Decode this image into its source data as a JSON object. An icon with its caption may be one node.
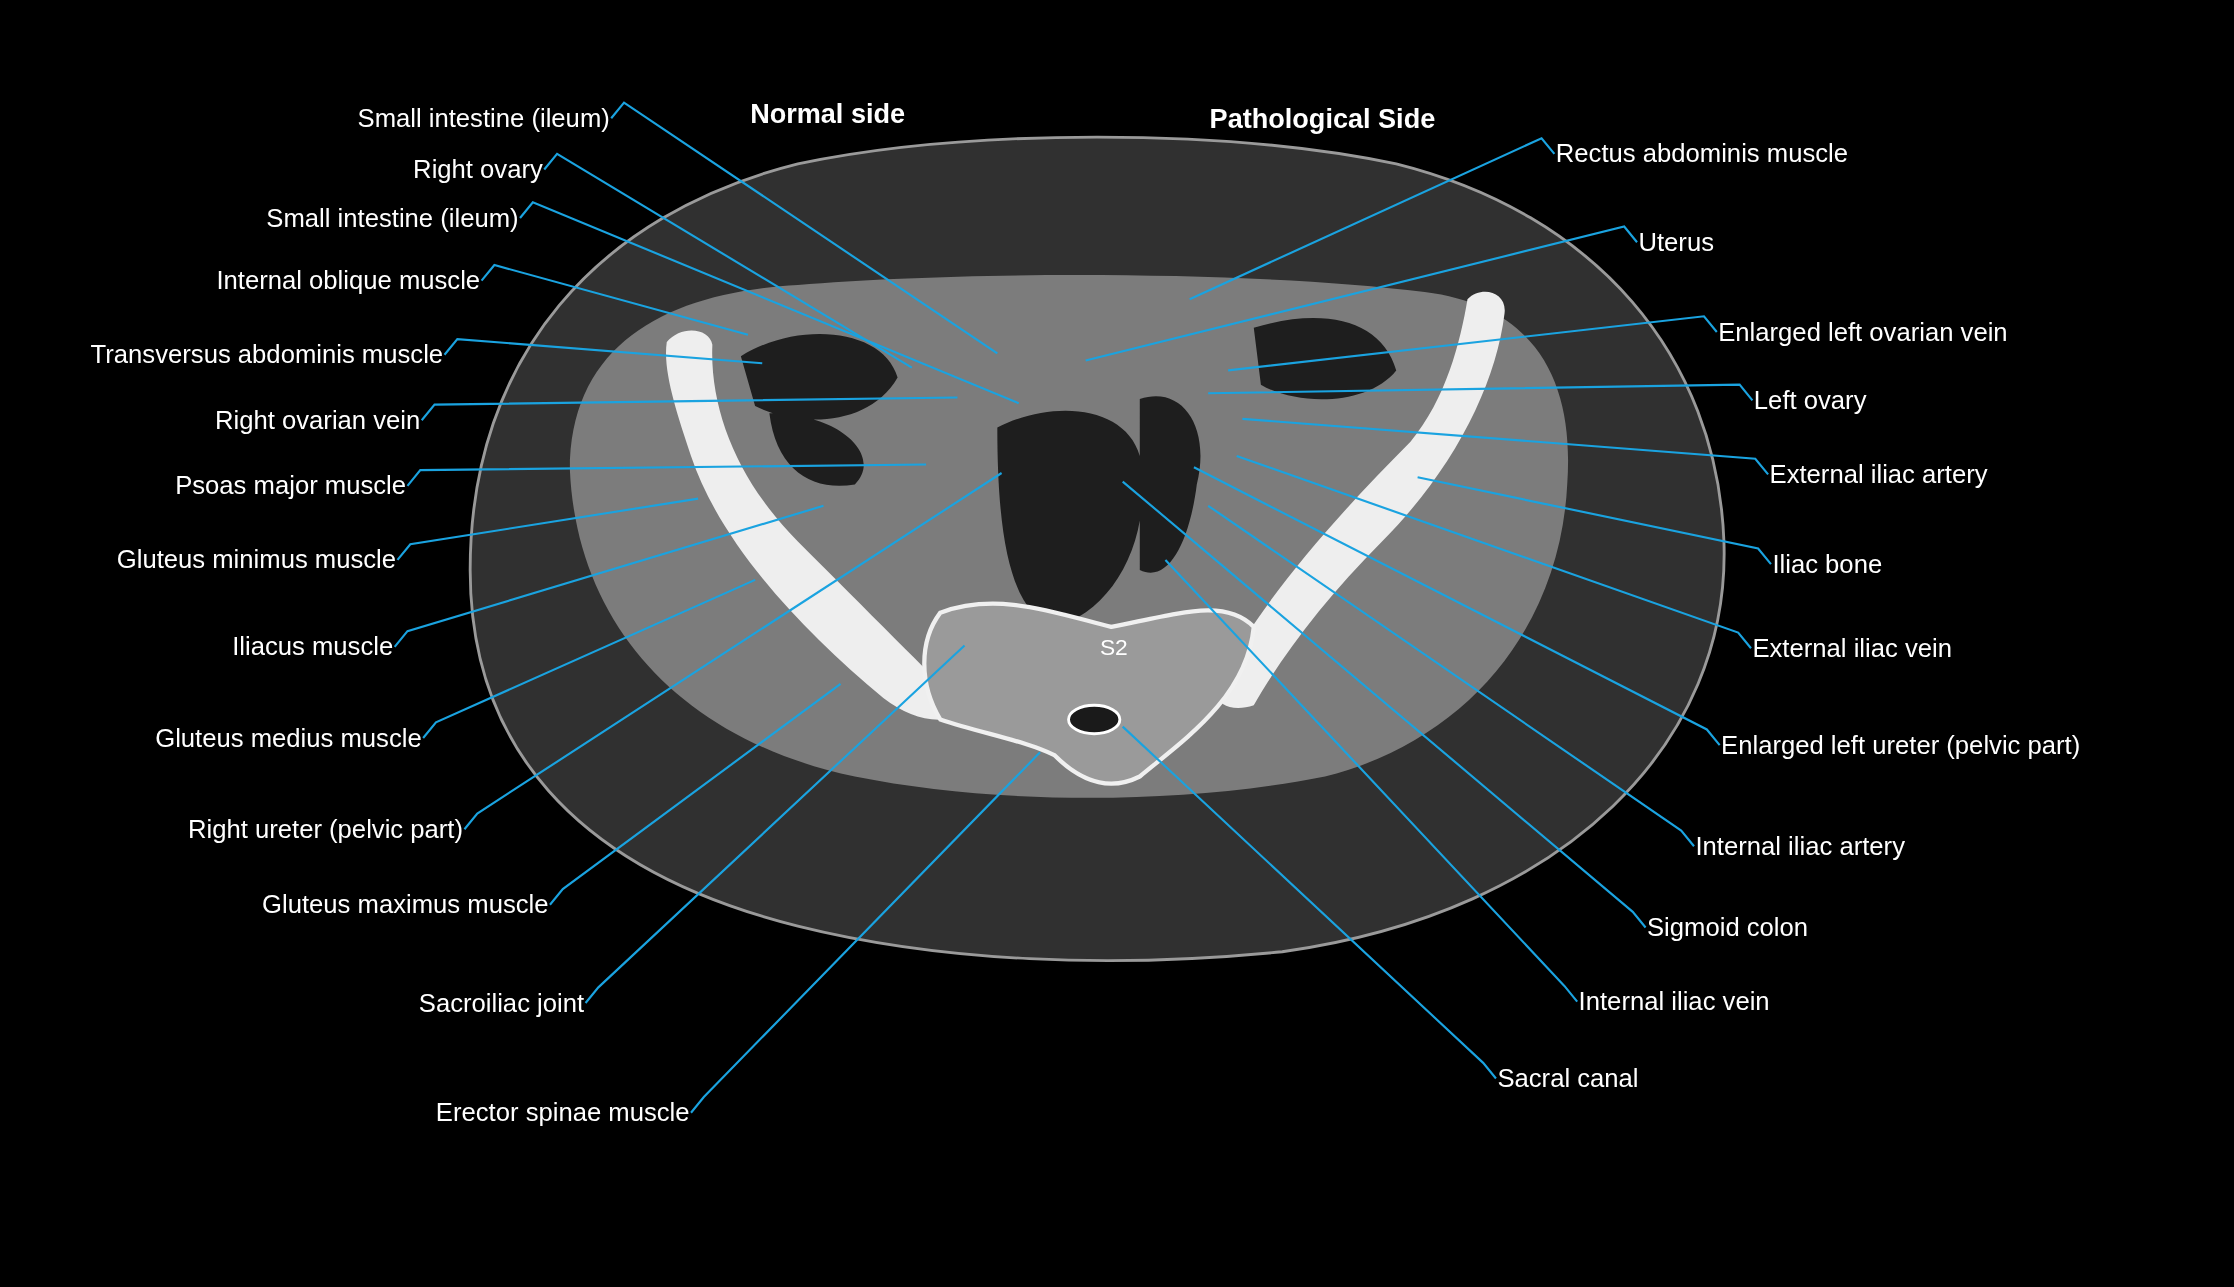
{
  "diagram": {
    "nodes": [
      {
        "text": [
          "Small intestine (ileum)"
        ]
      },
      {
        "text": [
          "Right ovary"
        ]
      },
      {
        "text": [
          "Small intestine (ileum)"
        ]
      },
      {
        "text": [
          "Internal oblique muscle"
        ]
      },
      {
        "text": [
          "Transversus abdominis muscle"
        ]
      },
      {
        "text": [
          "Right ovarian vein"
        ]
      },
      {
        "text": [
          "Psoas major muscle"
        ]
      },
      {
        "text": [
          "Gluteus minimus muscle"
        ]
      },
      {
        "text": [
          "Iliacus muscle"
        ]
      },
      {
        "text": [
          "Gluteus medius muscle"
        ]
      },
      {
        "text": [
          "Right ureter (pelvic part)"
        ]
      },
      {
        "text": [
          "Gluteus maximus muscle"
        ]
      },
      {
        "text": [
          "Sacroiliac joint"
        ]
      },
      {
        "text": [
          "Erector spinae muscle"
        ]
      },
      {
        "text": [
          "Rectus abdominis muscle"
        ]
      },
      {
        "text": [
          "Uterus"
        ]
      },
      {
        "text": [
          "Enlarged left ovarian vein"
        ]
      },
      {
        "text": [
          "Left ovary"
        ]
      },
      {
        "text": [
          "External iliac artery"
        ]
      },
      {
        "text": [
          "Iliac bone"
        ]
      },
      {
        "text": [
          "External iliac vein"
        ]
      },
      {
        "text": [
          "Enlarged left ureter (pelvic part)"
        ]
      },
      {
        "text": [
          "Internal iliac artery"
        ]
      },
      {
        "text": [
          "Sigmoid colon"
        ]
      },
      {
        "text": [
          "Internal iliac vein"
        ]
      },
      {
        "text": [
          "Sacral canal"
        ]
      }
    ],
    "edges": [
      {
        "from": 0,
        "to": null,
        "arrow": "none"
      },
      {
        "from": 1,
        "to": null,
        "arrow": "none"
      },
      {
        "from": 2,
        "to": null,
        "arrow": "none"
      },
      {
        "from": 3,
        "to": null,
        "arrow": "none"
      },
      {
        "from": 4,
        "to": null,
        "arrow": "none"
      },
      {
        "from": 5,
        "to": null,
        "arrow": "none"
      },
      {
        "from": 6,
        "to": null,
        "arrow": "none"
      },
      {
        "from": 7,
        "to": null,
        "arrow": "none"
      },
      {
        "from": 8,
        "to": null,
        "arrow": "none"
      },
      {
        "from": 9,
        "to": null,
        "arrow": "none"
      },
      {
        "from": 10,
        "to": null,
        "arrow": "none"
      },
      {
        "from": 11,
        "to": null,
        "arrow": "none"
      },
      {
        "from": 12,
        "to": null,
        "arrow": "none"
      },
      {
        "from": 13,
        "to": null,
        "arrow": "none"
      },
      {
        "from": 14,
        "to": null,
        "arrow": "none"
      },
      {
        "from": 15,
        "to": null,
        "arrow": "none"
      },
      {
        "from": 16,
        "to": null,
        "arrow": "none"
      },
      {
        "from": 17,
        "to": null,
        "arrow": "none"
      },
      {
        "from": 18,
        "to": null,
        "arrow": "none"
      },
      {
        "from": 19,
        "to": null,
        "arrow": "none"
      },
      {
        "from": 20,
        "to": null,
        "arrow": "none"
      },
      {
        "from": 21,
        "to": null,
        "arrow": "none"
      },
      {
        "from": 22,
        "to": null,
        "arrow": "none"
      },
      {
        "from": 23,
        "to": null,
        "arrow": "none"
      },
      {
        "from": 24,
        "to": null,
        "arrow": "none"
      },
      {
        "from": 25,
        "to": null,
        "arrow": "none"
      }
    ],
    "labels": [
      "Normal side",
      "Pathological Side",
      "S2"
    ]
  }
}
